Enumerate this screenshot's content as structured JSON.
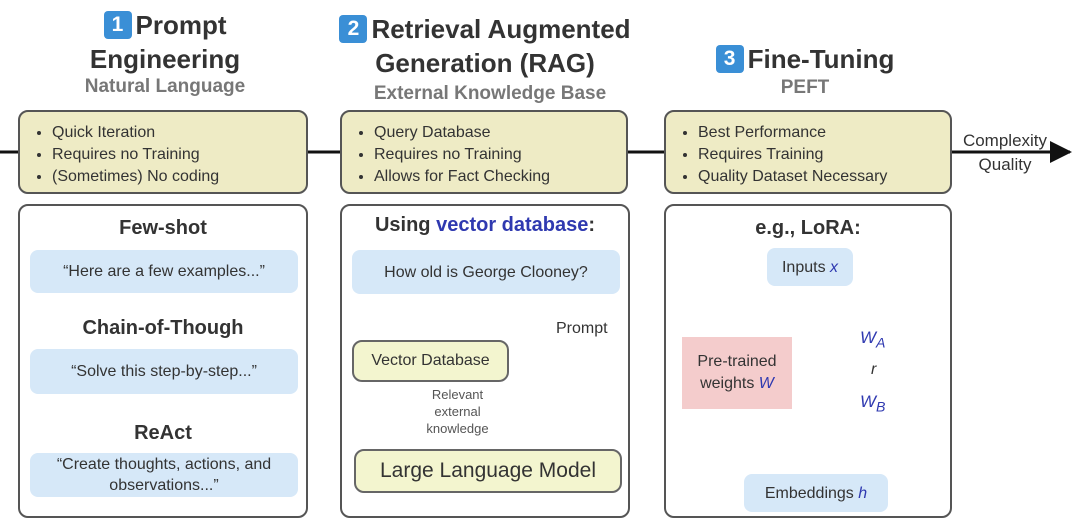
{
  "columns": [
    {
      "number": "1",
      "title_line1": "Prompt",
      "title_line2": "Engineering",
      "subtitle": "Natural Language",
      "bullets": [
        "Quick Iteration",
        "Requires no Training",
        "(Sometimes) No coding"
      ],
      "sections": [
        {
          "title": "Few-shot",
          "example": "“Here are a few examples...”"
        },
        {
          "title": "Chain-of-Though",
          "example": "“Solve this step-by-step...”"
        },
        {
          "title": "ReAct",
          "example_line1": "“Create thoughts, actions, and",
          "example_line2": "observations...”"
        }
      ]
    },
    {
      "number": "2",
      "title_line1": "Retrieval Augmented",
      "title_line2": "Generation (RAG)",
      "subtitle": "External Knowledge Base",
      "bullets": [
        "Query Database",
        "Requires no Training",
        "Allows for Fact Checking"
      ],
      "heading_prefix": "Using ",
      "heading_highlight": "vector database",
      "heading_suffix": ":",
      "query": "How old is George Clooney?",
      "vector_db": "Vector Database",
      "prompt_label": "Prompt",
      "relevant_note": [
        "Relevant",
        "external",
        "knowledge"
      ],
      "llm": "Large Language Model"
    },
    {
      "number": "3",
      "title_line1": "Fine-Tuning",
      "subtitle": "PEFT",
      "bullets": [
        "Best Performance",
        "Requires Training",
        "Quality Dataset Necessary"
      ],
      "heading": "e.g., LoRA:",
      "inputs_label": "Inputs ",
      "inputs_var": "x",
      "pretrained_line1": "Pre-trained",
      "pretrained_line2": "weights ",
      "pretrained_var": "W",
      "wa_base": "W",
      "wa_sub": "A",
      "rank": "r",
      "wb_base": "W",
      "wb_sub": "B",
      "embeddings_label": "Embeddings ",
      "embeddings_var": "h"
    }
  ],
  "axis": {
    "label_line1": "Complexity",
    "label_line2": "Quality"
  },
  "colors": {
    "summary_bg": "#eeebc5",
    "bubble_bg": "#d6e8f8",
    "badge": "#3a8fd6",
    "highlight_blue": "#2f39b0",
    "pretrained_bg": "#f4cccc",
    "lora_green": "#c8f0c8"
  }
}
